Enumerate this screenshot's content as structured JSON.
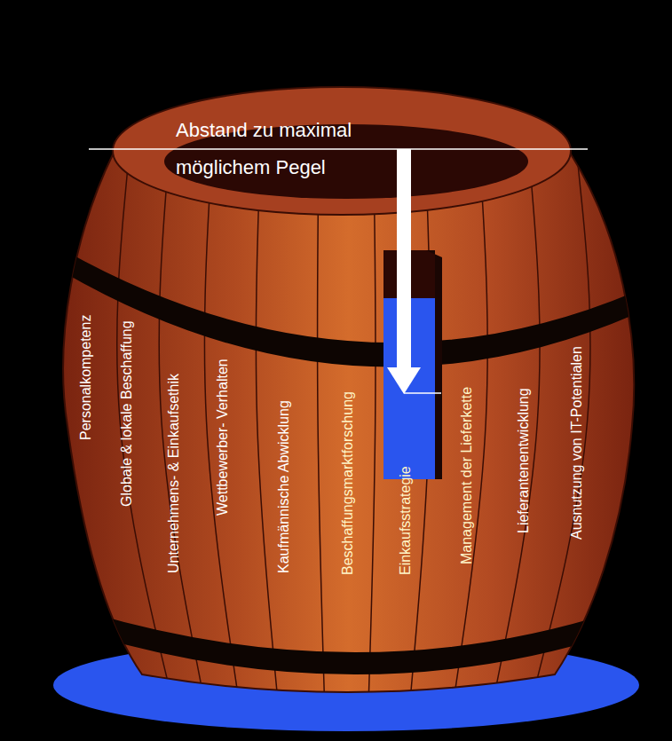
{
  "diagram": {
    "nodes": [
      {
        "text": [
          "Personalkompetenz"
        ]
      },
      {
        "text": [
          "Globale & lokale Beschaffung"
        ]
      },
      {
        "text": [
          "Unternehmens- & Einkaufsethik"
        ]
      },
      {
        "text": [
          "Wettbewerber- Verhalten"
        ]
      },
      {
        "text": [
          "Kaufmännische Abwicklung"
        ]
      },
      {
        "text": [
          "Beschaffungsmarktforschung"
        ]
      },
      {
        "text": [
          "Einkaufsstrategie"
        ]
      },
      {
        "text": [
          "Management der Lieferkette"
        ]
      },
      {
        "text": [
          "Lieferantenentwicklung"
        ]
      },
      {
        "text": [
          "Ausnutzung von IT-Potentialen"
        ]
      }
    ],
    "labels": [
      "Abstand zu maximal möglichem Pegel"
    ]
  }
}
